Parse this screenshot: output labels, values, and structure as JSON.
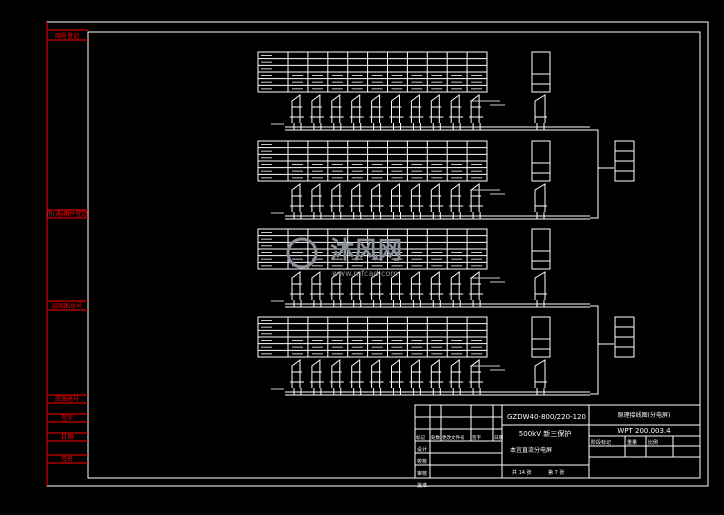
{
  "margin_labels": [
    "图号登记",
    "借(通)用件登记",
    "旧底图总号",
    "底图总号",
    "签字",
    "日期",
    "签名"
  ],
  "title_block": {
    "product_code": "GZDW40-800/220-120",
    "project": "500kV 新三保护",
    "panel_name": "本宜直流分电屏",
    "drawing_title": "原理接线图(分电屏)",
    "drawing_number": "WPT 200.003.4",
    "sheet_total": "共 14 张",
    "sheet_index": "第 7 张",
    "change_headers": [
      "标记",
      "处数",
      "更改文件号",
      "签字",
      "日期"
    ],
    "sign_rows": [
      "设计",
      "校核",
      "审核",
      "批准"
    ],
    "stage_headers": [
      "阶段标记",
      "重量",
      "比例"
    ]
  },
  "watermark": {
    "text": "沐风网",
    "url": "www.mfcad.com"
  },
  "panels": [
    {
      "breakers": 10,
      "extra_box": false
    },
    {
      "breakers": 10,
      "extra_box": true
    },
    {
      "breakers": 10,
      "extra_box": false
    },
    {
      "breakers": 10,
      "extra_box": true
    }
  ]
}
